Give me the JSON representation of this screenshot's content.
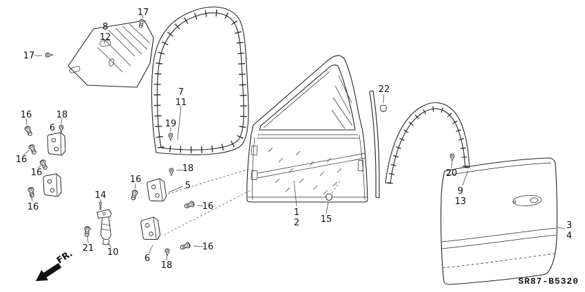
{
  "diagram": {
    "code": "SR87-B5320",
    "direction_label": "FR."
  },
  "callouts": [
    {
      "label": "17"
    },
    {
      "label": "8"
    },
    {
      "label": "12"
    },
    {
      "label": "17"
    },
    {
      "label": "16"
    },
    {
      "label": "18"
    },
    {
      "label": "6"
    },
    {
      "label": "16"
    },
    {
      "label": "16"
    },
    {
      "label": "16"
    },
    {
      "label": "21"
    },
    {
      "label": "14"
    },
    {
      "label": "10"
    },
    {
      "label": "7"
    },
    {
      "label": "11"
    },
    {
      "label": "19"
    },
    {
      "label": "16"
    },
    {
      "label": "18"
    },
    {
      "label": "5"
    },
    {
      "label": "16"
    },
    {
      "label": "6"
    },
    {
      "label": "18"
    },
    {
      "label": "16"
    },
    {
      "label": "1"
    },
    {
      "label": "2"
    },
    {
      "label": "15"
    },
    {
      "label": "22"
    },
    {
      "label": "20"
    },
    {
      "label": "9"
    },
    {
      "label": "13"
    },
    {
      "label": "3"
    },
    {
      "label": "4"
    }
  ]
}
